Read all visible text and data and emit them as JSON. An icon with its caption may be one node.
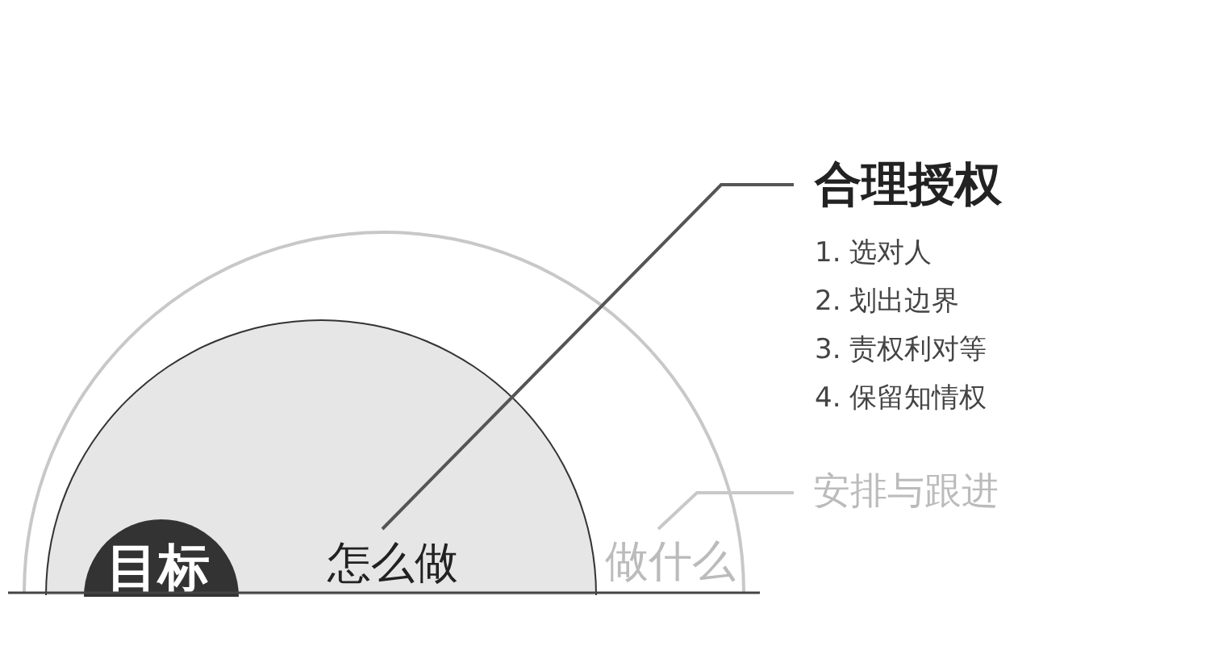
{
  "diagram": {
    "nodes": [
      {
        "text": [
          "做什么"
        ]
      },
      {
        "text": [
          "怎么做"
        ],
        "in": 0
      },
      {
        "text": [
          "目标"
        ],
        "in": 1
      },
      {
        "text": [
          "合理授权",
          "1. 选对人",
          "2. 划出边界",
          "3. 责权利对等",
          "4. 保留知情权"
        ]
      },
      {
        "text": [
          "安排与跟进"
        ]
      }
    ],
    "edges": [
      {
        "from": 3,
        "to": 1,
        "arrow": "none"
      },
      {
        "from": 4,
        "to": 0,
        "arrow": "none",
        "color": "#c8c8c8"
      }
    ]
  }
}
